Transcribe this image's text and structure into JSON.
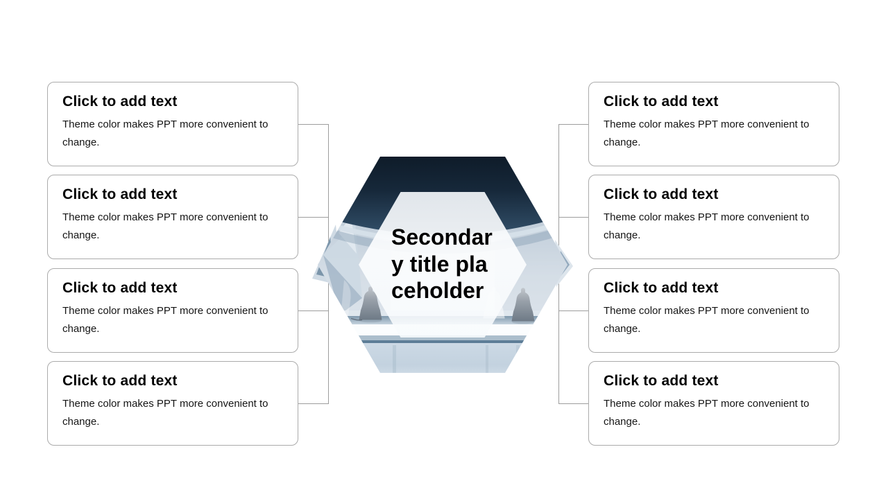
{
  "hexagon": {
    "title": "Secondary title placeholder",
    "title_lines": [
      "Secondar",
      "y title pla",
      "ceholder"
    ]
  },
  "boxes": {
    "left": [
      {
        "title": "Click to add text",
        "body": "Theme color makes PPT more convenient to change."
      },
      {
        "title": "Click to add text",
        "body": "Theme color makes PPT more convenient to change."
      },
      {
        "title": "Click to add text",
        "body": "Theme color makes PPT more convenient to change."
      },
      {
        "title": "Click to add text",
        "body": "Theme color makes PPT more convenient to change."
      }
    ],
    "right": [
      {
        "title": "Click to add text",
        "body": "Theme color makes PPT more convenient to change."
      },
      {
        "title": "Click to add text",
        "body": "Theme color makes PPT more convenient to change."
      },
      {
        "title": "Click to add text",
        "body": "Theme color makes PPT more convenient to change."
      },
      {
        "title": "Click to add text",
        "body": "Theme color makes PPT more convenient to change."
      }
    ]
  },
  "colors": {
    "slide_background": "#ffffff",
    "box_border": "#ababab",
    "connector_line": "#9d9d9d",
    "text": "#000000",
    "hex_navy_top": "#0a141f",
    "hex_steel_blue": "#33506a",
    "hex_platform_dark": "#5d7d97",
    "hex_floor": "#c5d4e1"
  }
}
